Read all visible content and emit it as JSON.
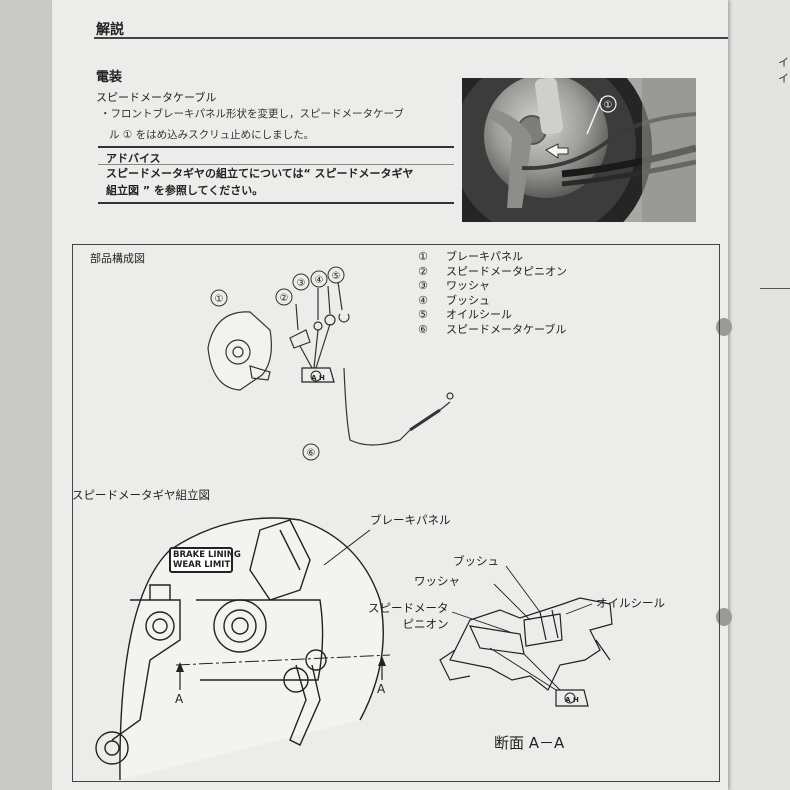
{
  "header": {
    "title": "解説"
  },
  "section": {
    "title": "電装"
  },
  "subsection": {
    "title": "スピードメータケーブル"
  },
  "body": {
    "line1": "・フロントブレーキパネル形状を変更し，スピードメータケーブ",
    "line2": "ル ① をはめ込みスクリュ止めにしました。"
  },
  "advice": {
    "title": "アドバイス",
    "line1": "スピードメータギヤの組立てについては“ スピードメータギヤ",
    "line2": "組立図 ” を参照してください。"
  },
  "photo": {
    "callout": "①"
  },
  "parts_diagram": {
    "title": "部品構成図",
    "legend": [
      {
        "num": "①",
        "label": "ブレーキパネル"
      },
      {
        "num": "②",
        "label": "スピードメータピニオン"
      },
      {
        "num": "③",
        "label": "ワッシャ"
      },
      {
        "num": "④",
        "label": "ブッシュ"
      },
      {
        "num": "⑤",
        "label": "オイルシール"
      },
      {
        "num": "⑥",
        "label": "スピードメータケーブル"
      }
    ],
    "callouts": {
      "c1": "①",
      "c2": "②",
      "c3": "③",
      "c4": "④",
      "c5": "⑤",
      "c6": "⑥"
    },
    "grease_symbol": "A H"
  },
  "assembly_diagram": {
    "title": "スピードメータギヤ組立図",
    "plate_line1": "BRAKE LINING",
    "plate_line2": "WEAR LIMIT",
    "brake_panel": "ブレーキパネル",
    "bush": "ブッシュ",
    "washer": "ワッシャ",
    "oil_seal": "オイルシール",
    "pinion_line1": "スピードメータ",
    "pinion_line2": "ピニオン",
    "section_mark_left": "A",
    "section_mark_right": "A",
    "section_title": "断面 A－A",
    "grease_symbol": "A H"
  },
  "right_page": {
    "text1": "イ",
    "text2": "イ"
  }
}
